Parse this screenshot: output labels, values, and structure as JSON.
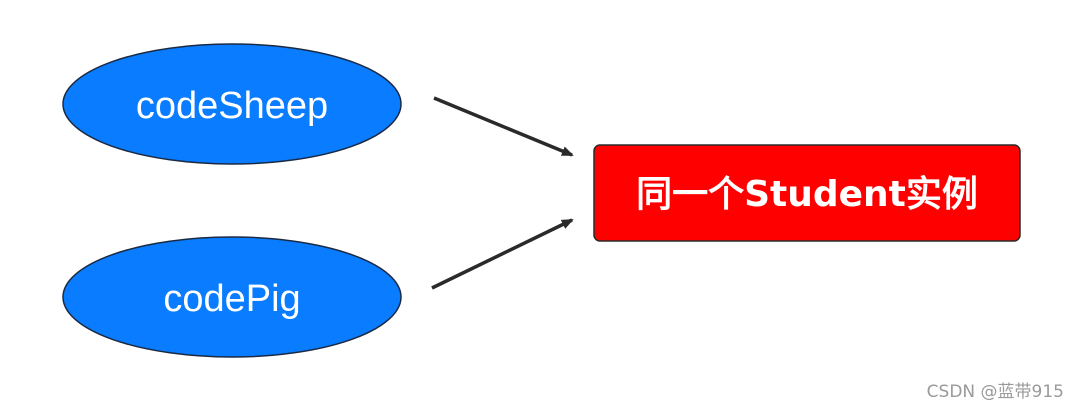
{
  "diagram": {
    "nodes": [
      {
        "id": "codeSheep",
        "label": "codeSheep",
        "shape": "ellipse",
        "fill": "#0a7cff",
        "stroke": "#1a2a44"
      },
      {
        "id": "codePig",
        "label": "codePig",
        "shape": "ellipse",
        "fill": "#0a7cff",
        "stroke": "#1a2a44"
      },
      {
        "id": "instance",
        "label": "同一个Student实例",
        "shape": "rounded-rect",
        "fill": "#ff0000",
        "stroke": "#2a2a2a"
      }
    ],
    "edges": [
      {
        "from": "codeSheep",
        "to": "instance"
      },
      {
        "from": "codePig",
        "to": "instance"
      }
    ],
    "arrow_color": "#2a2a2a"
  },
  "watermark": "CSDN @蓝带915"
}
